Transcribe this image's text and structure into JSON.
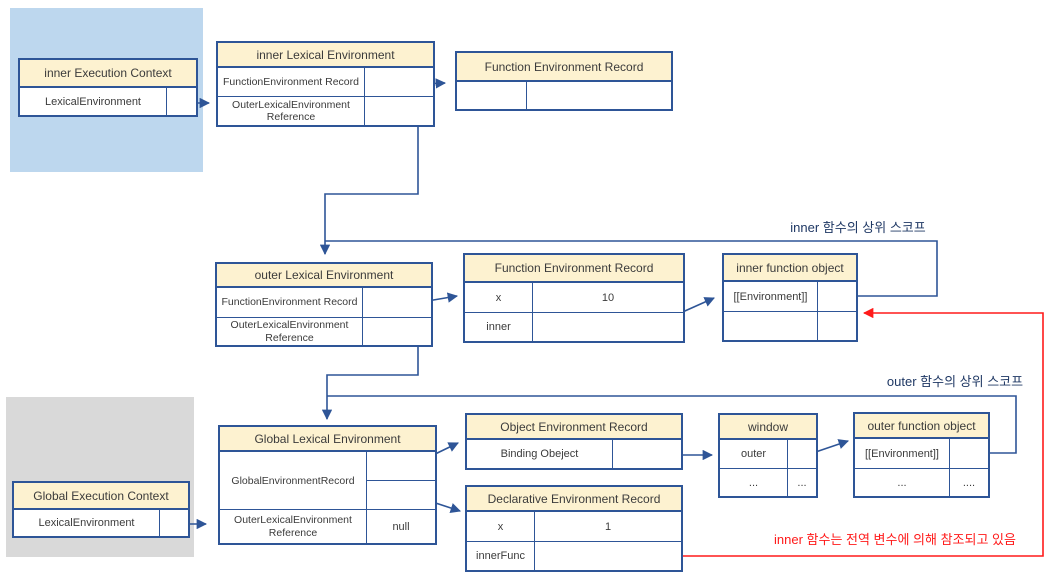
{
  "diagram_title": "JavaScript execution contexts and lexical environments (closure diagram)",
  "colors": {
    "panel_blue": "#BDD7EE",
    "panel_gray": "#D9D9D9",
    "table_header_fill": "#FDF2D0",
    "table_border": "#2E5597",
    "arrow_navy": "#2E5597",
    "text_dark": "#3B3B3B",
    "scope_label_navy": "#1F3864",
    "red_accent": "#FF1A1A"
  },
  "tables": {
    "inner_execution_context": {
      "title": "inner Execution Context",
      "rows": [
        {
          "label": "LexicalEnvironment",
          "value": ""
        }
      ]
    },
    "inner_lexical_environment": {
      "title": "inner Lexical Environment",
      "rows": [
        {
          "label": "FunctionEnvironment Record",
          "value": ""
        },
        {
          "label": "OuterLexicalEnvironment Reference",
          "value": ""
        }
      ]
    },
    "function_environment_record_inner": {
      "title": "Function Environment Record",
      "rows": [
        {
          "label": "",
          "value": ""
        }
      ]
    },
    "outer_lexical_environment": {
      "title": "outer Lexical Environment",
      "rows": [
        {
          "label": "FunctionEnvironment Record",
          "value": ""
        },
        {
          "label": "OuterLexicalEnvironment Reference",
          "value": ""
        }
      ]
    },
    "function_environment_record_outer": {
      "title": "Function Environment Record",
      "rows": [
        {
          "label": "x",
          "value": "10"
        },
        {
          "label": "inner",
          "value": ""
        }
      ]
    },
    "inner_function_object": {
      "title": "inner function object",
      "rows": [
        {
          "label": "[[Environment]]",
          "value": ""
        },
        {
          "label": "",
          "value": ""
        }
      ]
    },
    "global_lexical_environment": {
      "title": "Global Lexical Environment",
      "record_label": "GlobalEnvironmentRecord",
      "record_values": [
        "",
        ""
      ],
      "rows": [
        {
          "label": "OuterLexicalEnvironment Reference",
          "value": "null"
        }
      ]
    },
    "global_execution_context": {
      "title": "Global Execution Context",
      "rows": [
        {
          "label": "LexicalEnvironment",
          "value": ""
        }
      ]
    },
    "object_environment_record": {
      "title": "Object Environment Record",
      "rows": [
        {
          "label": "Binding Obeject",
          "value": ""
        }
      ]
    },
    "declarative_environment_record": {
      "title": "Declarative Environment Record",
      "rows": [
        {
          "label": "x",
          "value": "1"
        },
        {
          "label": "innerFunc",
          "value": ""
        }
      ]
    },
    "window_object": {
      "title": "window",
      "rows": [
        {
          "label": "outer",
          "value": ""
        },
        {
          "label": "...",
          "value": "..."
        }
      ]
    },
    "outer_function_object": {
      "title": "outer function object",
      "rows": [
        {
          "label": "[[Environment]]",
          "value": ""
        },
        {
          "label": "...",
          "value": "...."
        }
      ]
    }
  },
  "annotations": {
    "inner_scope_label": "inner 함수의 상위 스코프",
    "outer_scope_label": "outer 함수의 상위 스코프",
    "red_note": "inner 함수는 전역 변수에 의해 참조되고 있음"
  },
  "connections": [
    {
      "from": "inner-execution-context.LexicalEnvironment",
      "to": "inner-lexical-environment"
    },
    {
      "from": "inner-lexical-environment.FunctionEnvironmentRecord",
      "to": "function-environment-record-inner"
    },
    {
      "from": "inner-lexical-environment.OuterLexicalEnvironmentReference",
      "to": "outer-lexical-environment"
    },
    {
      "from": "inner-function-object.[[Environment]]",
      "to": "outer-lexical-environment"
    },
    {
      "from": "outer-lexical-environment.FunctionEnvironmentRecord",
      "to": "function-environment-record-outer"
    },
    {
      "from": "function-environment-record-outer.inner",
      "to": "inner-function-object"
    },
    {
      "from": "outer-lexical-environment.OuterLexicalEnvironmentReference",
      "to": "global-lexical-environment"
    },
    {
      "from": "outer-function-object.[[Environment]]",
      "to": "global-lexical-environment"
    },
    {
      "from": "global-lexical-environment.GlobalEnvironmentRecord",
      "to": "object-environment-record"
    },
    {
      "from": "global-lexical-environment.GlobalEnvironmentRecord",
      "to": "declarative-environment-record"
    },
    {
      "from": "global-execution-context.LexicalEnvironment",
      "to": "global-lexical-environment"
    },
    {
      "from": "object-environment-record.BindingObeject",
      "to": "window"
    },
    {
      "from": "window.outer",
      "to": "outer-function-object"
    },
    {
      "from": "declarative-environment-record.innerFunc",
      "to": "inner-function-object",
      "color": "red"
    }
  ]
}
